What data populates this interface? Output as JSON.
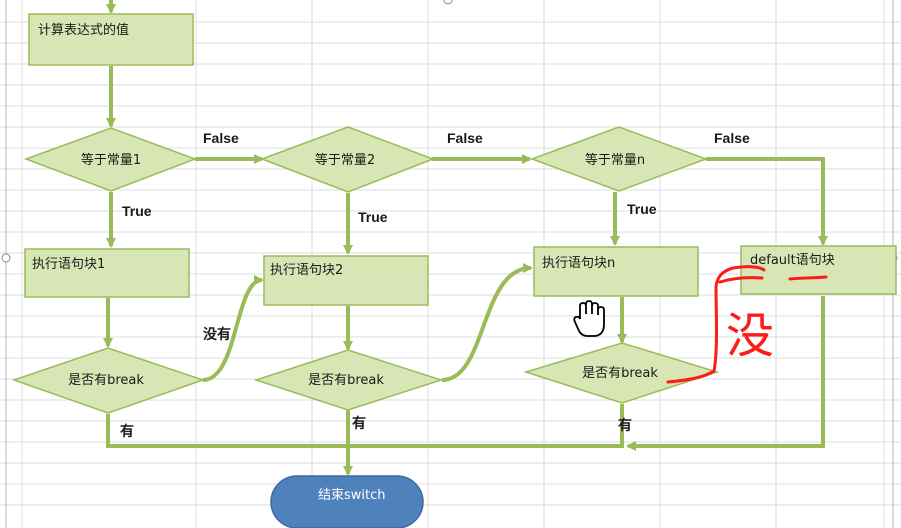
{
  "colors": {
    "node_fill": "#d7e6b4",
    "node_stroke": "#9bbb59",
    "arrow": "#9bbb59",
    "end_fill": "#4f81bd",
    "annotation": "#ff1a1a"
  },
  "nodes": {
    "evaluate": "计算表达式的值",
    "cond1": "等于常量1",
    "cond2": "等于常量2",
    "condn": "等于常量n",
    "block1": "执行语句块1",
    "block2": "执行语句块2",
    "blockn": "执行语句块n",
    "default_block": "default语句块",
    "break1": "是否有break",
    "break2": "是否有break",
    "breakn": "是否有break",
    "end": "结束switch"
  },
  "labels": {
    "false1": "False",
    "false2": "False",
    "false3": "False",
    "true1": "True",
    "true2": "True",
    "truen": "True",
    "no_break": "没有",
    "yes1": "有",
    "yes2": "有",
    "yesn": "有"
  },
  "annotation": {
    "handwritten": "没"
  }
}
